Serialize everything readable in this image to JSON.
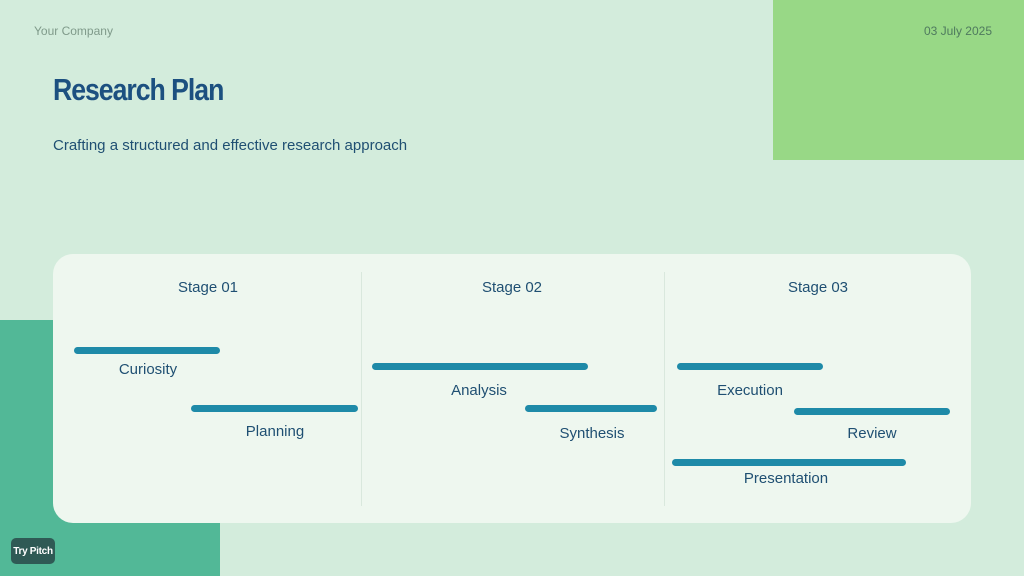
{
  "header": {
    "company": "Your Company",
    "date": "03 July 2025"
  },
  "slide": {
    "title": "Research Plan",
    "subtitle": "Crafting a structured and effective research approach"
  },
  "stages": [
    {
      "title": "Stage 01",
      "tasks": [
        "Curiosity",
        "Planning"
      ]
    },
    {
      "title": "Stage 02",
      "tasks": [
        "Analysis",
        "Synthesis"
      ]
    },
    {
      "title": "Stage 03",
      "tasks": [
        "Execution",
        "Review",
        "Presentation"
      ]
    }
  ],
  "badge": {
    "label": "Try Pitch"
  },
  "colors": {
    "background": "#d3ecdc",
    "accent_green": "#98d886",
    "accent_teal": "#52b897",
    "bar": "#1e8aa8",
    "text_primary": "#1f4f72"
  }
}
